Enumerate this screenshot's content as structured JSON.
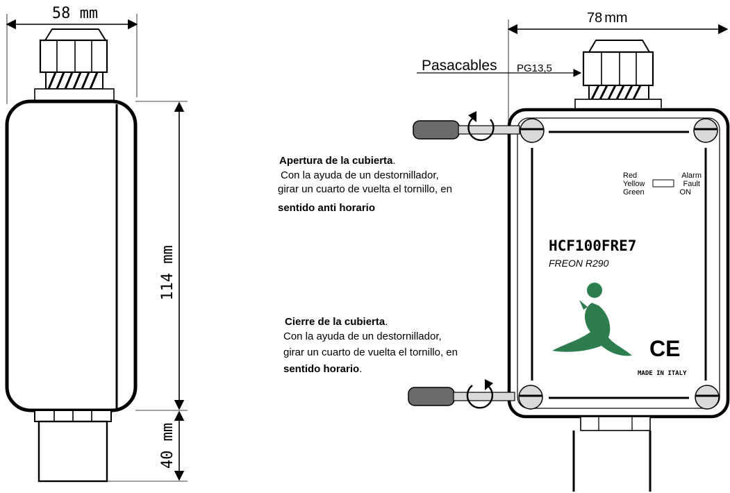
{
  "dimensions": {
    "width": "58 mm",
    "height": "114 mm",
    "bottom": "40 mm",
    "front_width": "78",
    "front_width_unit": "mm"
  },
  "cable_gland": {
    "label": "Pasacables",
    "spec": "PG13,5"
  },
  "opening": {
    "title": "Apertura de la cubierta",
    "title_end": ".",
    "line1": "Con la ayuda de un destornillador,",
    "line2": "girar un cuarto de vuelta el tornillo, en",
    "line3": "sentido anti horario"
  },
  "closing": {
    "title": "Cierre de la cubierta",
    "title_end": ".",
    "line1": "Con la ayuda de un destornillador,",
    "line2": "girar un cuarto de vuelta el tornillo, en",
    "line3": "sentido horario",
    "line3_end": "."
  },
  "leds": {
    "red": "Red",
    "yellow": "Yellow",
    "green": "Green",
    "alarm": "Alarm",
    "fault": "Fault",
    "on": "ON"
  },
  "product": {
    "model": "HCF100FRE7",
    "gas": "FREON R290",
    "ce_mark": "CE",
    "made_in": "MADE IN ITALY"
  },
  "colors": {
    "outline": "#000000",
    "logo_green": "#2e7d4f",
    "handle_gray": "#6b6b6b",
    "screw_gray": "#d9d9d9"
  }
}
